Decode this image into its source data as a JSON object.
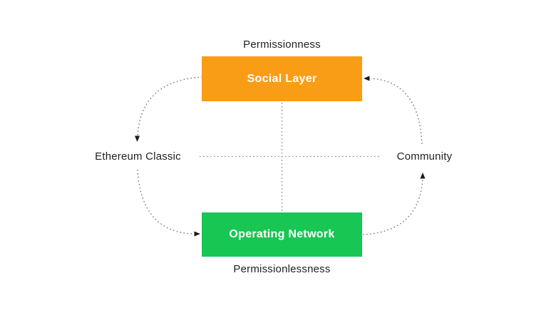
{
  "diagram": {
    "axes": {
      "top_label": "Permissionness",
      "bottom_label": "Permissionlessness",
      "left_label": "Ethereum Classic",
      "right_label": "Community"
    },
    "nodes": {
      "social_layer": {
        "label": "Social Layer",
        "color": "#fa9d16"
      },
      "operating_network": {
        "label": "Operating Network",
        "color": "#17c653"
      }
    },
    "flow": [
      "Social Layer -> Ethereum Classic",
      "Ethereum Classic -> Operating Network",
      "Operating Network -> Community",
      "Community -> Social Layer"
    ],
    "colors": {
      "background": "#ffffff",
      "box_text": "#ffffff",
      "label_text": "#1f1f1f",
      "cross_dotted_line": "#8c8c8c",
      "curve_dotted_line": "#6e6e6e",
      "arrowhead": "#1a1a1a"
    }
  }
}
